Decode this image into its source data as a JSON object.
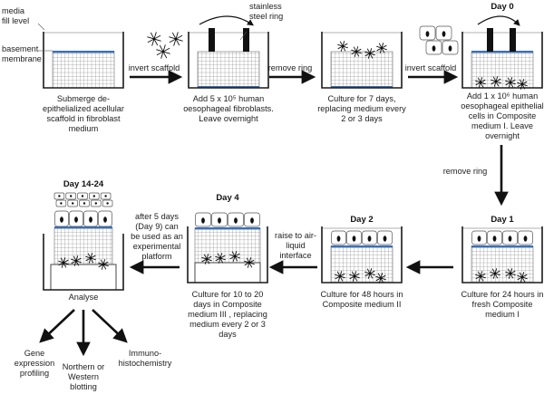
{
  "labels": {
    "media_fill_level": [
      "media",
      "fill level"
    ],
    "basement_membrane": [
      "basement",
      "membrane"
    ],
    "stainless_steel_ring": [
      "stainless",
      "steel ring"
    ]
  },
  "colors": {
    "membrane": "#3a6fb8",
    "outline": "#1a1a1a",
    "grid": "#555555",
    "fill_level": "#999999"
  },
  "steps": [
    {
      "id": "step1",
      "day": "",
      "caption": [
        "Submerge de-",
        "epithelialized acellular",
        "scaffold in fibroblast",
        "medium"
      ]
    },
    {
      "id": "step2",
      "day": "",
      "caption": [
        "Add  5 x 10⁵ human",
        "oesophageal fibroblasts.",
        "Leave overnight"
      ]
    },
    {
      "id": "step3",
      "day": "",
      "caption": [
        "Culture for 7 days,",
        "replacing medium every",
        "2 or 3 days"
      ]
    },
    {
      "id": "step4",
      "day": "Day 0",
      "caption": [
        "Add 1 x 10⁶ human",
        "oesophageal epithelial",
        "cells in Composite",
        "medium I. Leave",
        "overnight"
      ]
    },
    {
      "id": "step5",
      "day": "Day 1",
      "caption": [
        "Culture for 24 hours in",
        "fresh Composite",
        "medium I"
      ]
    },
    {
      "id": "step6",
      "day": "Day 2",
      "caption": [
        "Culture for 48 hours in",
        "Composite medium II"
      ]
    },
    {
      "id": "step7",
      "day": "Day 4",
      "caption": [
        "Culture for   10 to 20",
        "days in Composite",
        "medium III , replacing",
        "medium every 2 or 3",
        "days"
      ]
    },
    {
      "id": "step8",
      "day": "Day 14-24",
      "caption": [
        "Analyse"
      ]
    }
  ],
  "arrows": {
    "a1": [
      "invert scaffold"
    ],
    "a2": [
      "remove ring"
    ],
    "a3": [
      "invert scaffold"
    ],
    "a4": [
      "remove ring"
    ],
    "a5": [],
    "a6": [
      "raise to air-",
      "liquid",
      "interface"
    ],
    "a7": [
      "after  5 days",
      "(Day 9) can",
      "be used as an",
      "experimental",
      "platform"
    ]
  },
  "analyses": [
    [
      "Gene",
      "expression",
      "profiling"
    ],
    [
      "Northern or",
      "Western",
      "blotting"
    ],
    [
      "Immuno-",
      "histochemistry"
    ]
  ]
}
